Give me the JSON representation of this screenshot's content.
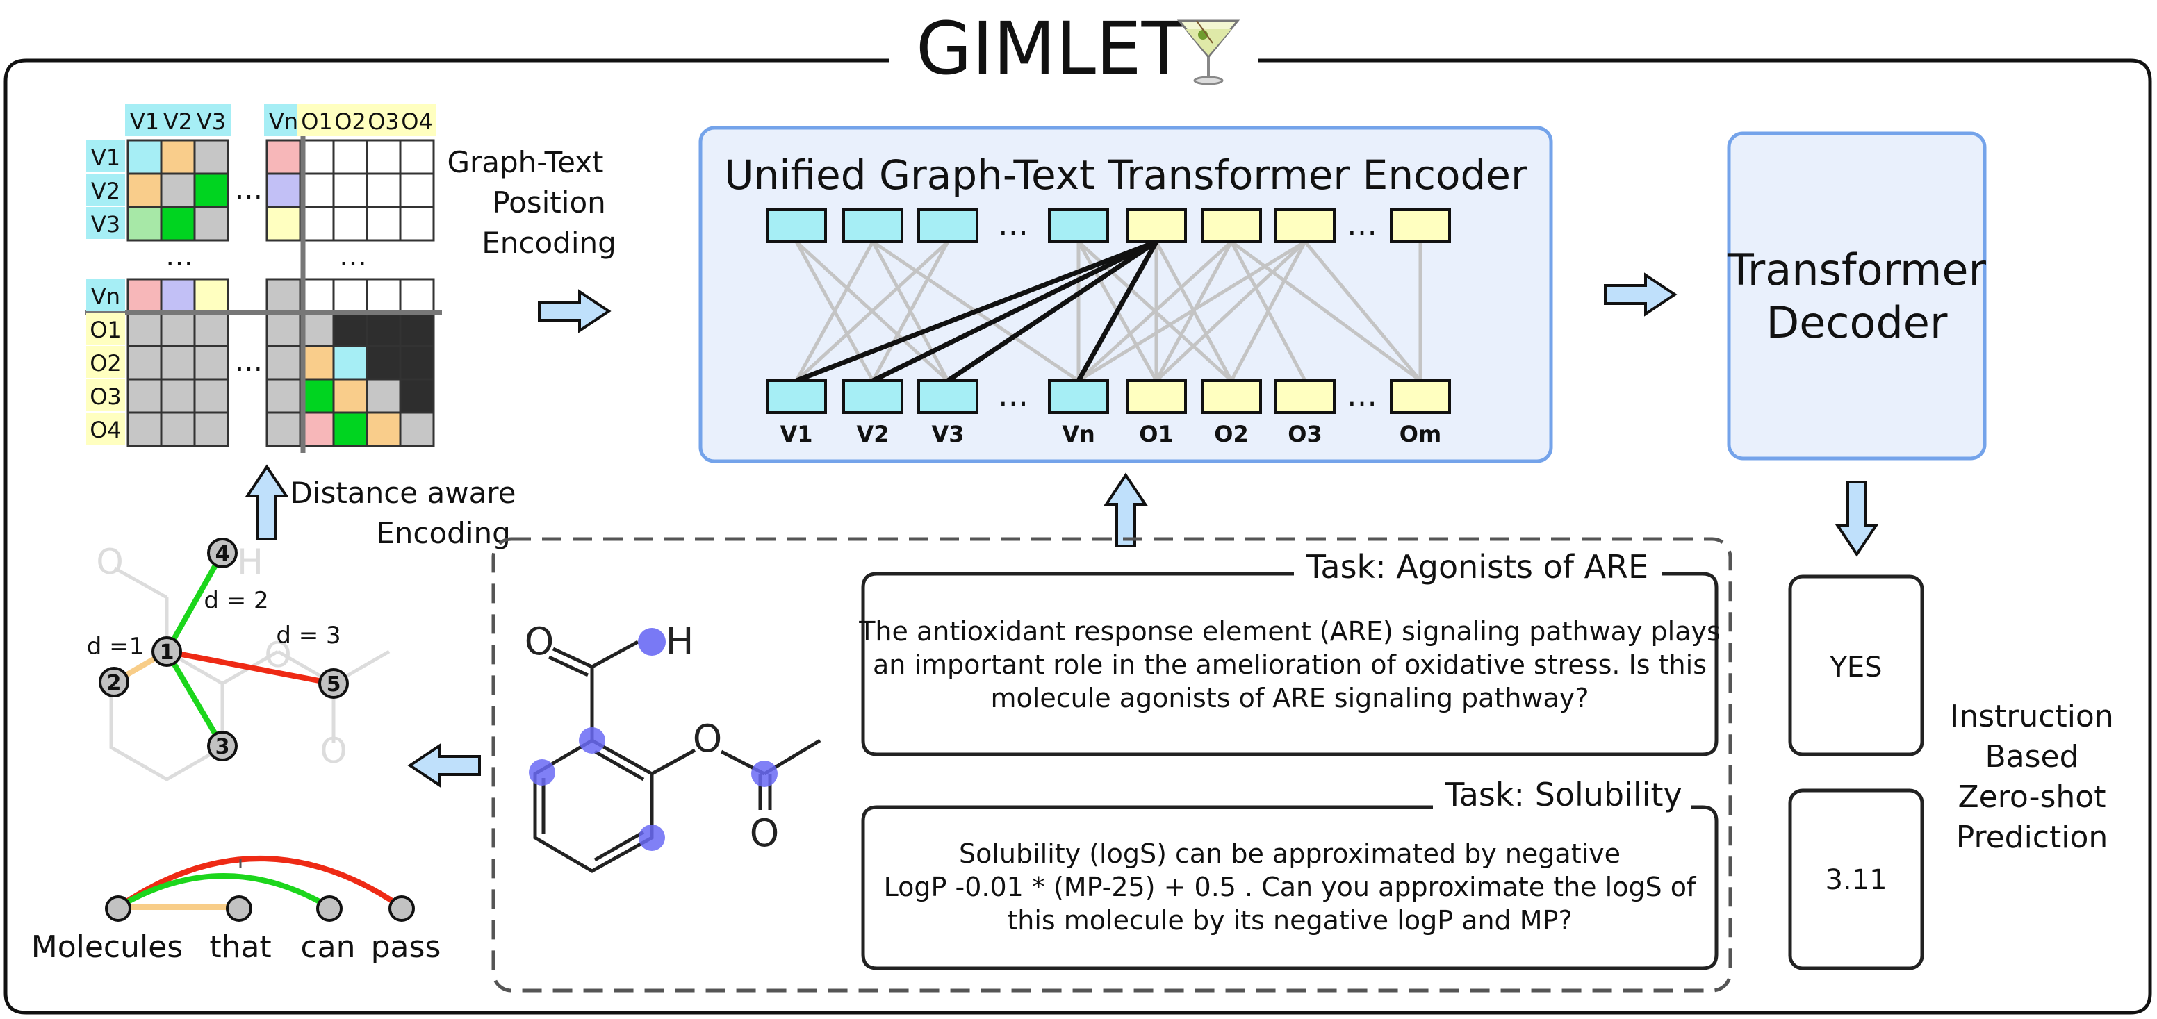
{
  "title": "GIMLET",
  "colors": {
    "cyan": "#a6eef5",
    "yellow": "#ffffc0",
    "pink": "#f7b7b9",
    "orange": "#f9cd8b",
    "green": "#00d420",
    "lightgreen": "#a7e8a7",
    "lavender": "#c2c0f6",
    "gray": "#c6c6c6",
    "dark": "#2e2e2e",
    "panel": "#e9f0fc",
    "panel_border": "#74a3ea",
    "arrow": "#bfe0fb",
    "atom": "#6a6af4",
    "edge_green": "#1cd61c",
    "edge_red": "#ee2a15",
    "edge_orange": "#f8cd88"
  },
  "matrix": {
    "col_labels_left": [
      "V1",
      "V2",
      "V3"
    ],
    "col_label_vn": "Vn",
    "col_labels_right": [
      "O1",
      "O2",
      "O3",
      "O4"
    ],
    "row_labels_top": [
      "V1",
      "V2",
      "V3"
    ],
    "row_label_vn": "Vn",
    "row_labels_bottom": [
      "O1",
      "O2",
      "O3",
      "O4"
    ],
    "ellipsis": "…"
  },
  "labels": {
    "graph_text_position_encoding": [
      "Graph-Text",
      "Position",
      "Encoding"
    ],
    "distance_aware_encoding": [
      "Distance aware",
      "Encoding"
    ],
    "prediction_caption": [
      "Instruction",
      "Based",
      "Zero-shot",
      "Prediction"
    ]
  },
  "encoder": {
    "title": "Unified Graph-Text Transformer Encoder",
    "bottom_labels": [
      "V1",
      "V2",
      "V3",
      "Vn",
      "O1",
      "O2",
      "O3",
      "Om"
    ],
    "ellipsis": "…"
  },
  "decoder": {
    "title": [
      "Transformer",
      "Decoder"
    ]
  },
  "graph": {
    "node_labels": [
      "1",
      "2",
      "3",
      "4",
      "5"
    ],
    "distance_labels": [
      "d =1",
      "d = 2",
      "d = 3"
    ],
    "ghost_atoms": [
      "O",
      "H",
      "O",
      "O"
    ]
  },
  "text_tokens": [
    "Molecules",
    "that",
    "can",
    "pass"
  ],
  "molecule": {
    "atoms": [
      "O",
      "H",
      "O",
      "O"
    ]
  },
  "tasks": [
    {
      "title": "Task: Agonists of ARE",
      "lines": [
        "The antioxidant response element (ARE) signaling pathway plays",
        "an important role in the amelioration of oxidative stress. Is this",
        "molecule agonists of ARE signaling pathway?"
      ],
      "answer": "YES"
    },
    {
      "title": "Task: Solubility",
      "lines": [
        "Solubility (logS) can be approximated by negative",
        "LogP -0.01 * (MP-25) + 0.5 . Can you approximate the logS of",
        "this molecule by its negative logP and MP?"
      ],
      "answer": "3.11"
    }
  ]
}
